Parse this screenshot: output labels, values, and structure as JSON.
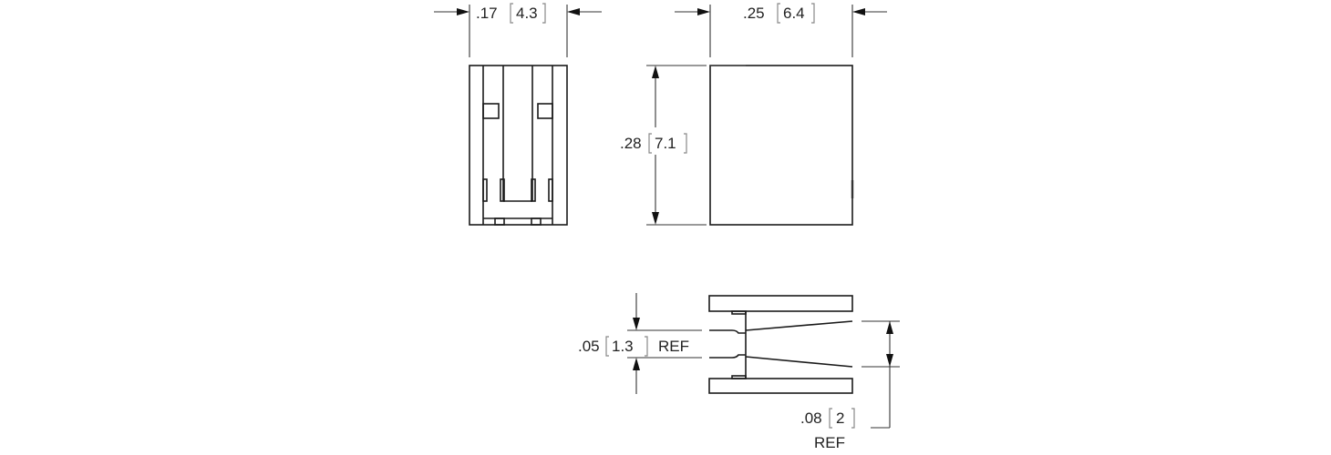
{
  "dimensions": {
    "width_side": {
      "inch": ".17",
      "mm": "4.3"
    },
    "width_front": {
      "inch": ".25",
      "mm": "6.4"
    },
    "height": {
      "inch": ".28",
      "mm": "7.1"
    },
    "pin_opening": {
      "inch": ".05",
      "mm": "1.3",
      "note": "REF"
    },
    "entry_opening": {
      "inch": ".08",
      "mm": "2",
      "note": "REF"
    }
  }
}
